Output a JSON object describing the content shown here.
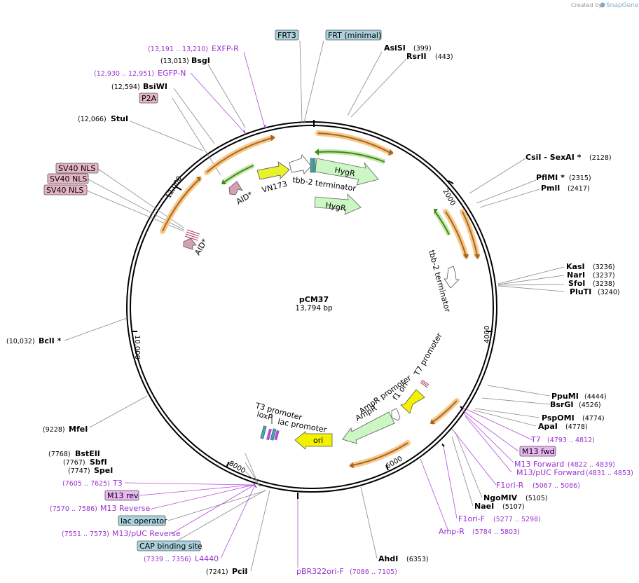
{
  "credit": {
    "prefix": "Created by",
    "brand": "SnapGene"
  },
  "plasmid": {
    "name": "pCM37",
    "size": "13,794 bp"
  },
  "ticks": [
    "2000",
    "4000",
    "6000",
    "8000",
    "10,000",
    "12,000"
  ],
  "enzymes": {
    "asisi": {
      "name": "AsiSI",
      "pos": "(399)"
    },
    "rsrii": {
      "name": "RsrII",
      "pos": "(443)"
    },
    "csii": {
      "name": "CsiI  - SexAI *",
      "pos": "(2128)"
    },
    "pfimi": {
      "name": "PflMI *",
      "pos": "(2315)"
    },
    "pmli": {
      "name": "PmlI",
      "pos": "(2417)"
    },
    "kasi": {
      "name": "KasI",
      "pos": "(3236)"
    },
    "nari": {
      "name": "NarI",
      "pos": "(3237)"
    },
    "sfoi": {
      "name": "SfoI",
      "pos": "(3238)"
    },
    "pluti": {
      "name": "PluTI",
      "pos": "(3240)"
    },
    "ppumi": {
      "name": "PpuMI",
      "pos": "(4444)"
    },
    "bsrgi": {
      "name": "BsrGI",
      "pos": "(4526)"
    },
    "pspomi": {
      "name": "PspOMI",
      "pos": "(4774)"
    },
    "apai": {
      "name": "ApaI",
      "pos": "(4778)"
    },
    "ngomiv": {
      "name": "NgoMIV",
      "pos": "(5105)"
    },
    "naei": {
      "name": "NaeI",
      "pos": "(5107)"
    },
    "ahdi": {
      "name": "AhdI",
      "pos": "(6353)"
    },
    "pcii": {
      "name": "PciI",
      "pos": "(7241)"
    },
    "spei": {
      "name": "SpeI",
      "pos": "(7747)"
    },
    "sbfi": {
      "name": "SbfI",
      "pos": "(7767)"
    },
    "bsteii": {
      "name": "BstEII",
      "pos": "(7768)"
    },
    "mfei": {
      "name": "MfeI",
      "pos": "(9228)"
    },
    "bcli": {
      "name": "BclI *",
      "pos": "(10,032)"
    },
    "stui": {
      "name": "StuI",
      "pos": "(12,066)"
    },
    "bsiwi": {
      "name": "BsiWI",
      "pos": "(12,594)"
    },
    "bsgi": {
      "name": "BsgI",
      "pos": "(13,013)"
    }
  },
  "primers": {
    "exfpr": {
      "name": "EXFP-R",
      "pos": "(13,191 .. 13,210)"
    },
    "egfpn": {
      "name": "EGFP-N",
      "pos": "(12,930 .. 12,951)"
    },
    "t7": {
      "name": "T7",
      "pos": "(4793 .. 4812)"
    },
    "m13fwd": {
      "name": "M13 fwd"
    },
    "m13forward": {
      "name": "M13 Forward",
      "pos": "(4822 .. 4839)"
    },
    "m13pucf": {
      "name": "M13/pUC Forward",
      "pos": "(4831 .. 4853)"
    },
    "f1orir": {
      "name": "F1ori-R",
      "pos": "(5067 .. 5086)"
    },
    "f1orif": {
      "name": "F1ori-F",
      "pos": "(5277 .. 5298)"
    },
    "ampr": {
      "name": "Amp-R",
      "pos": "(5784 .. 5803)"
    },
    "pbr322": {
      "name": "pBR322ori-F",
      "pos": "(7086 .. 7105)"
    },
    "l4440": {
      "name": "L4440",
      "pos": "(7339 .. 7356)"
    },
    "m13pucr": {
      "name": "M13/pUC Reverse",
      "pos": "(7551 .. 7573)"
    },
    "m13reverse": {
      "name": "M13 Reverse",
      "pos": "(7570 .. 7586)"
    },
    "m13rev": {
      "name": "M13 rev"
    },
    "t3": {
      "name": "T3",
      "pos": "(7605 .. 7625)"
    }
  },
  "boxes": {
    "frt3": "FRT3",
    "frtmin": "FRT (minimal)",
    "p2a": "P2A",
    "sv40a": "SV40 NLS",
    "sv40b": "SV40 NLS",
    "sv40c": "SV40 NLS",
    "lacop": "lac operator",
    "cap": "CAP binding site"
  },
  "features": {
    "hygr1": "HygR",
    "hygr2": "HygR",
    "tbb2a": "tbb-2 terminator",
    "tbb2b": "tbb-2 terminator",
    "vn173": "VN173",
    "aid1": "AID*",
    "aid2": "AID*",
    "t7prom": "T7 promoter",
    "f1ori": "f1 ori",
    "ampprom": "AmpR promoter",
    "ampr": "AmpR",
    "ori": "ori",
    "t3prom": "T3 promoter",
    "loxp": "loxP",
    "lacprom": "lac promoter"
  }
}
